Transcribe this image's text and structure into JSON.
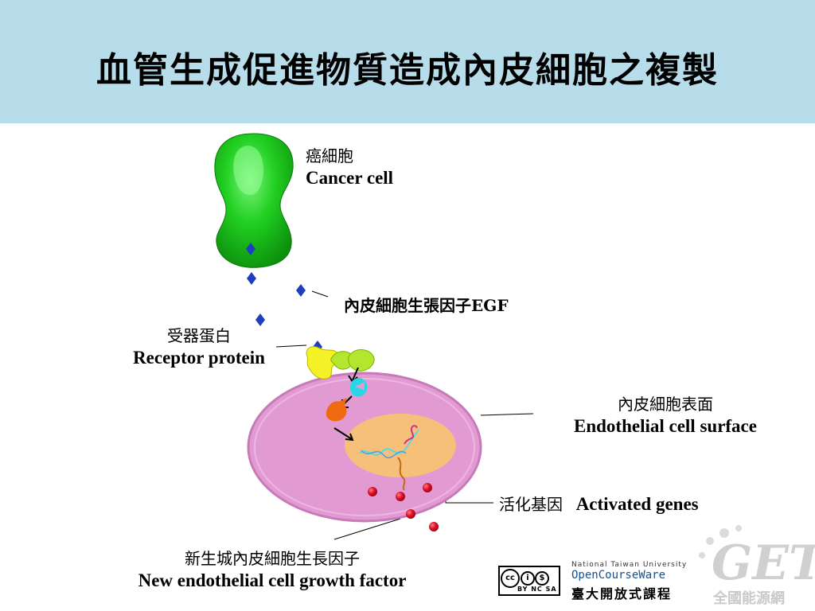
{
  "title": "血管生成促進物質造成內皮細胞之複製",
  "labels": {
    "cancer_cell_zh": "癌細胞",
    "cancer_cell_en": "Cancer cell",
    "egf": "內皮細胞生張因子EGF",
    "receptor_zh": "受器蛋白",
    "receptor_en": "Receptor protein",
    "surface_zh": "內皮細胞表面",
    "surface_en": "Endothelial  cell surface",
    "genes_zh": "活化基因",
    "genes_en": "Activated genes",
    "growth_zh": "新生城內皮細胞生長因子",
    "growth_en": "New endothelial cell growth factor"
  },
  "footer": {
    "cc_text": "BY  NC  SA",
    "ntu_en": "National Taiwan University",
    "ocw": "OpenCourseWare",
    "ntu_zh": "臺大開放式課程",
    "get_logo": "GET",
    "get_sub": "全國能源網"
  },
  "colors": {
    "header_bg": "#b7dcea",
    "cancer_cell": "#1ec81e",
    "endothelial_cell": "#e29bd2",
    "nucleus": "#f7c07a",
    "egf_marker": "#1f3fbf",
    "growth_factor": "#e0102a"
  }
}
